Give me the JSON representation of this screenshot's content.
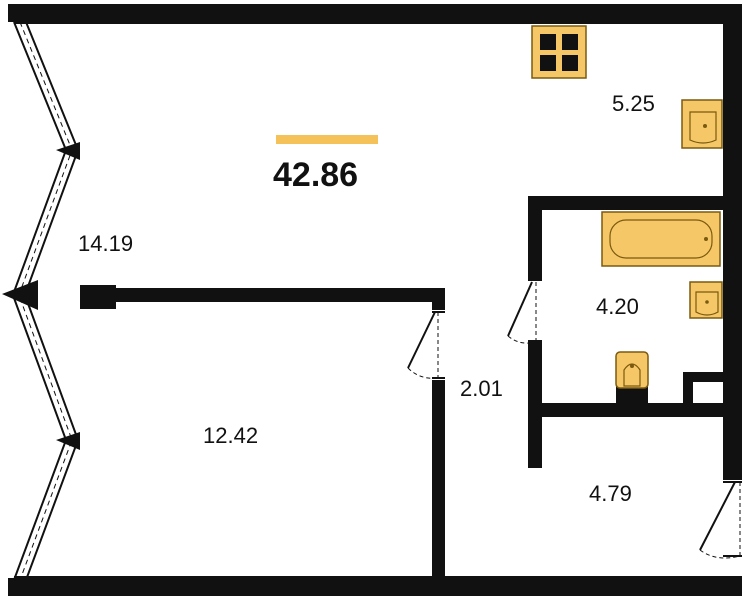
{
  "plan": {
    "total_area": "42.86",
    "rooms": [
      {
        "id": "living",
        "area": "14.19"
      },
      {
        "id": "kitchen",
        "area": "5.25"
      },
      {
        "id": "bathroom",
        "area": "4.20"
      },
      {
        "id": "bedroom",
        "area": "12.42"
      },
      {
        "id": "corridor",
        "area": "2.01"
      },
      {
        "id": "hall",
        "area": "4.79"
      }
    ]
  },
  "colors": {
    "wall": "#111111",
    "accent": "#F5C25A",
    "fixture_fill": "#F6C766",
    "fixture_stroke": "#7a5a10",
    "background": "#FFFFFF"
  },
  "icons": [
    "stove-icon",
    "kitchen-sink-icon",
    "bathtub-icon",
    "washbasin-icon",
    "toilet-icon",
    "door-swing-icon",
    "window-icon",
    "balcony-door-icon"
  ]
}
